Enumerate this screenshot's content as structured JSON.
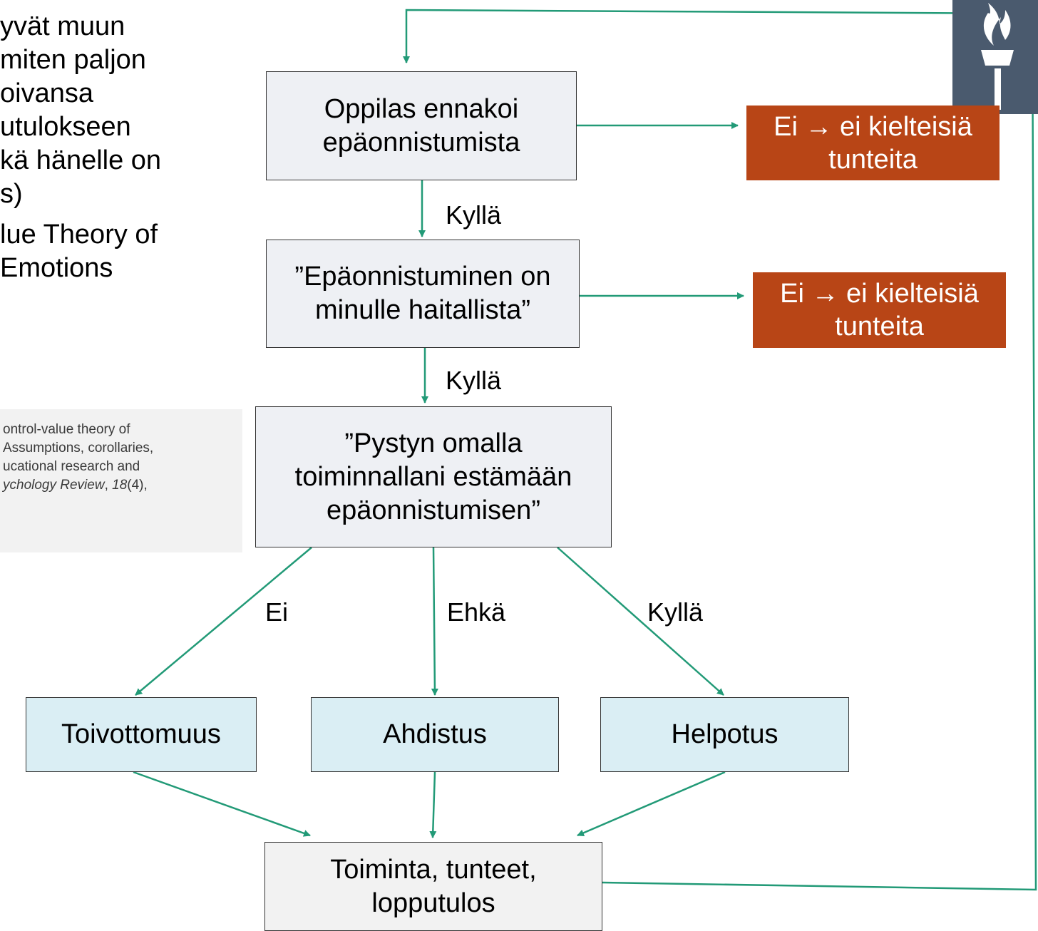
{
  "left_text": {
    "bullet_lines": [
      "yvät muun",
      "miten paljon",
      "oivansa",
      "utulokseen",
      "kä hänelle on",
      "s)",
      "lue Theory of",
      "Emotions"
    ],
    "reference": {
      "line1": "ontrol-value theory of",
      "line2": " Assumptions, corollaries,",
      "line3": "ucational research and",
      "line4_journal": "ychology Review",
      "line4_sep": ", ",
      "line4_volume": "18",
      "line4_rest": "(4),"
    }
  },
  "diagram": {
    "nodes": {
      "anticipate": "Oppilas ennakoi epäonnistumista",
      "harmful": "”Epäonnistuminen on minulle haitallista”",
      "control": "”Pystyn omalla toiminnallani estämään epäonnistumisen”",
      "no_neg_1": "Ei → ei kielteisiä tunteita",
      "no_neg_2": "Ei → ei kielteisiä tunteita",
      "hopelessness": "Toivottomuus",
      "anxiety": "Ahdistus",
      "relief": "Helpotus",
      "outcome": "Toiminta, tunteet, lopputulos"
    },
    "edge_labels": {
      "yes_1": "Kyllä",
      "yes_2": "Kyllä",
      "no": "Ei",
      "maybe": "Ehkä",
      "yes_3": "Kyllä"
    }
  },
  "colors": {
    "arrow": "#229a77",
    "decision_fill": "#eef0f4",
    "emotion_fill": "#daeef4",
    "negative_result_fill": "#b84516",
    "logo_fill": "#4a5a6e"
  },
  "icons": {
    "logo": "torch-icon"
  }
}
